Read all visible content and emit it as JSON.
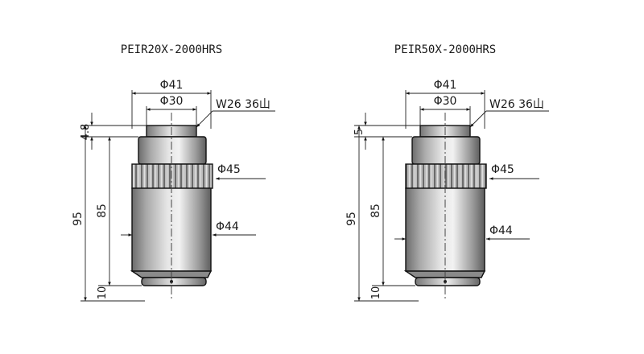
{
  "drawings": [
    {
      "title": "PEIR20X-2000HRS",
      "dia_outer": "Φ41",
      "dia_inner": "Φ30",
      "thread": "W26 36山",
      "dia_knurl": "Φ45",
      "dia_body": "Φ44",
      "len_total": "95",
      "len_body": "85",
      "len_top": "4.8",
      "len_bottom": "10"
    },
    {
      "title": "PEIR50X-2000HRS",
      "dia_outer": "Φ41",
      "dia_inner": "Φ30",
      "thread": "W26 36山",
      "dia_knurl": "Φ45",
      "dia_body": "Φ44",
      "len_total": "95",
      "len_body": "85",
      "len_top": "5",
      "len_bottom": "10"
    }
  ]
}
